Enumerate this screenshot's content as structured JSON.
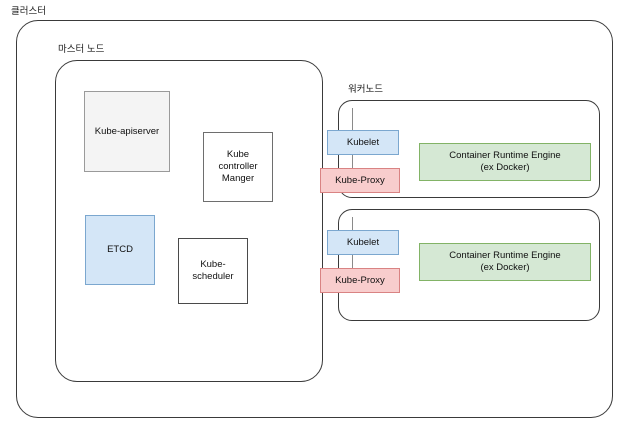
{
  "diagram": {
    "title_labels": {
      "cluster": "클러스터",
      "master_node": "마스터 노드",
      "worker_node": "워커노드"
    },
    "master_components": [
      {
        "id": "kube-apiserver",
        "label": "Kube-apiserver",
        "fill": "#f4f4f4",
        "stroke": "#9a9a9a"
      },
      {
        "id": "kube-controller-manger",
        "label": "Kube\ncontroller\nManger",
        "fill": "#ffffff",
        "stroke": "#6e6e6e"
      },
      {
        "id": "etcd",
        "label": "ETCD",
        "fill": "#d4e6f7",
        "stroke": "#7ba7cf"
      },
      {
        "id": "kube-scheduler",
        "label": "Kube-\nscheduler",
        "fill": "#ffffff",
        "stroke": "#4a4a4a"
      }
    ],
    "worker_nodes": [
      {
        "id": "worker-node-1",
        "components": [
          {
            "id": "kubelet",
            "label": "Kubelet",
            "fill": "#d4e6f7",
            "stroke": "#7ba7cf"
          },
          {
            "id": "kube-proxy",
            "label": "Kube-Proxy",
            "fill": "#f8cdcd",
            "stroke": "#d98383"
          },
          {
            "id": "runtime",
            "label": "Container Runtime Engine\n(ex Docker)",
            "fill": "#d5e8d4",
            "stroke": "#82b366"
          }
        ]
      },
      {
        "id": "worker-node-2",
        "components": [
          {
            "id": "kubelet",
            "label": "Kubelet",
            "fill": "#d4e6f7",
            "stroke": "#7ba7cf"
          },
          {
            "id": "kube-proxy",
            "label": "Kube-Proxy",
            "fill": "#f8cdcd",
            "stroke": "#d98383"
          },
          {
            "id": "runtime",
            "label": "Container Runtime Engine\n(ex Docker)",
            "fill": "#d5e8d4",
            "stroke": "#82b366"
          }
        ]
      }
    ],
    "component_text": {
      "kube_apiserver": "Kube-apiserver",
      "kube_controller_manger_line1": "Kube",
      "kube_controller_manger_line2": "controller",
      "kube_controller_manger_line3": "Manger",
      "etcd": "ETCD",
      "kube_scheduler_line1": "Kube-",
      "kube_scheduler_line2": "scheduler",
      "kubelet": "Kubelet",
      "kube_proxy": "Kube-Proxy",
      "runtime_line1": "Container Runtime Engine",
      "runtime_line2": "(ex Docker)"
    },
    "colors": {
      "outline": "#3a3a3a",
      "blue_fill": "#d4e6f7",
      "blue_stroke": "#7ba7cf",
      "red_fill": "#f8cdcd",
      "red_stroke": "#d98383",
      "green_fill": "#d5e8d4",
      "green_stroke": "#82b366",
      "gray_fill": "#f4f4f4",
      "gray_stroke": "#9a9a9a",
      "connector": "#8a8a8a",
      "background": "#ffffff"
    }
  }
}
